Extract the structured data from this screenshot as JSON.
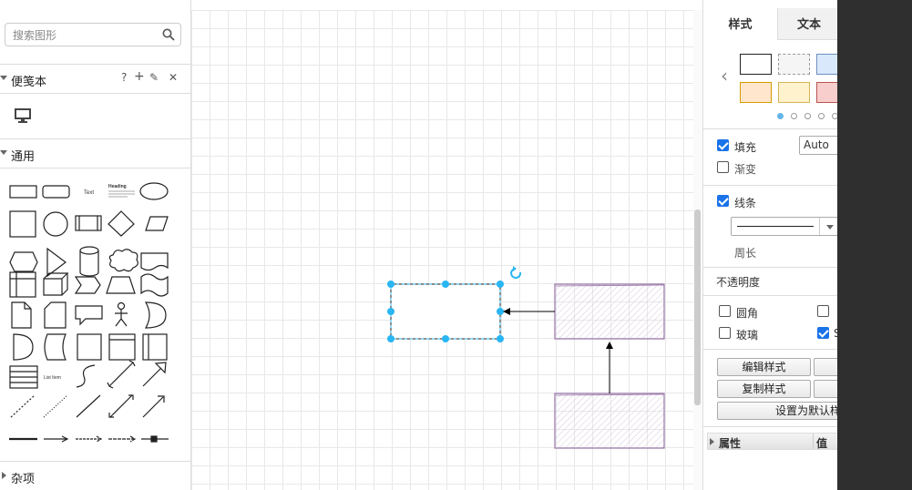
{
  "sidebar": {
    "search_placeholder": "搜索图形",
    "scratchpad": {
      "title": "便笺本",
      "help": "?",
      "add": "+",
      "edit": "✎",
      "close": "✕"
    },
    "general": {
      "title": "通用"
    },
    "misc": {
      "title": "杂项"
    },
    "shape_text": "Text",
    "shape_heading": "Heading",
    "shape_list": "List Item"
  },
  "panel": {
    "tabs": {
      "style": "样式",
      "text": "文本"
    },
    "nav_prev": "‹",
    "fill_label": "填充",
    "fill_value": "Auto",
    "gradient_label": "渐变",
    "line_label": "线条",
    "perimeter_label": "周长",
    "opacity_label": "不透明度",
    "rounded_label": "圆角",
    "glass_label": "玻璃",
    "sketch_label": "S",
    "edit_style": "编辑样式",
    "copy_style": "复制样式",
    "set_default": "设置为默认样式",
    "prop_header": "属性",
    "value_header": "值",
    "colors": {
      "swatch1": "#ffffff",
      "swatch2": "#f5f5f5",
      "swatch3": "#dae8fc",
      "swatch4": "#ffe6cc",
      "swatch5": "#fff2cc",
      "swatch6": "#f8cecc"
    }
  },
  "canvas": {
    "selection_color": "#29b6f2",
    "shape_stroke": "#9673a6",
    "shape_fill": "#e1d5e7"
  }
}
